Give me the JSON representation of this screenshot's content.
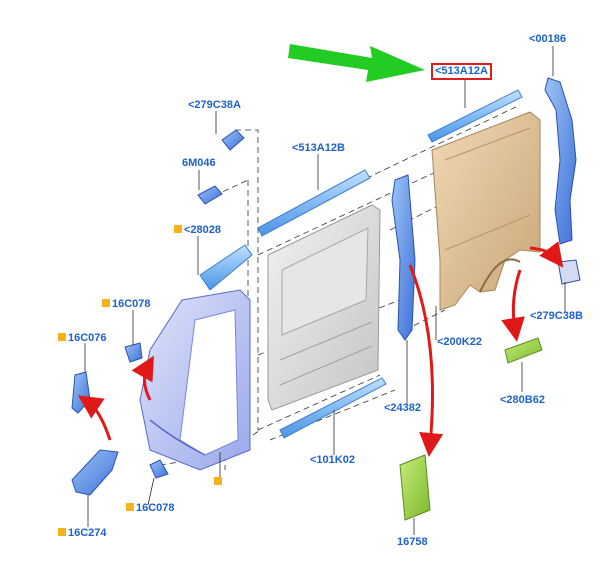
{
  "labels": {
    "l_00186": "<00186",
    "l_513A12A": "<513A12A",
    "l_279C38A": "<279C38A",
    "l_6M046": "6M046",
    "l_513A12B": "<513A12B",
    "l_28028": "<28028",
    "l_16C078a": "16C078",
    "l_16C076": "16C076",
    "l_200K22": "<200K22",
    "l_279C38B": "<279C38B",
    "l_24382": "<24382",
    "l_280B62": "<280B62",
    "l_101K02": "<101K02",
    "l_16C078b": "16C078",
    "l_16C274": "16C274",
    "l_16758": "16758"
  },
  "highlighted_part": "<513A12A",
  "colors": {
    "label": "#1f62c9",
    "marker": "#f5b21a",
    "highlight_box": "#e21b1b",
    "pointer_arrow": "#22cc22",
    "motion_arrow": "#e01818",
    "panel_tan": "#d9b98c",
    "part_blue": "#4a7fe0",
    "part_green": "#8fcf3a",
    "door_grey": "#d0d0d0"
  }
}
